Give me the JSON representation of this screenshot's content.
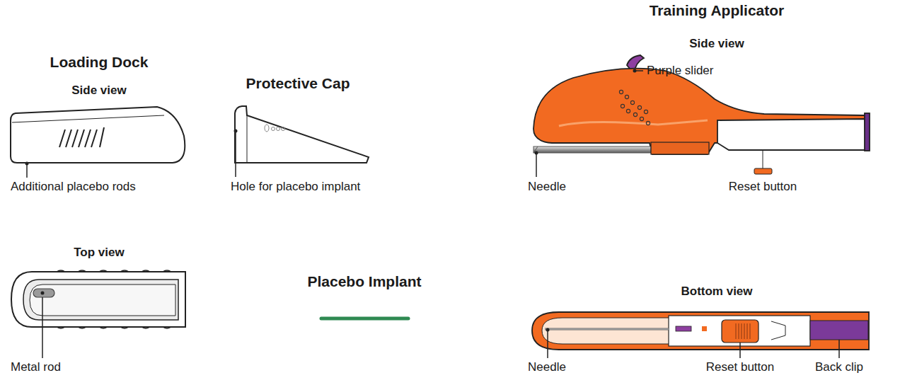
{
  "diagram": {
    "labels": [
      "Loading Dock",
      "Side view",
      "Additional placebo rods",
      "Top view",
      "Metal rod",
      "Protective Cap",
      "Hole for placebo implant",
      "Placebo Implant",
      "Training Applicator",
      "Side view",
      "Purple slider",
      "Needle",
      "Reset button",
      "Bottom view",
      "Needle",
      "Reset button",
      "Back clip"
    ]
  }
}
